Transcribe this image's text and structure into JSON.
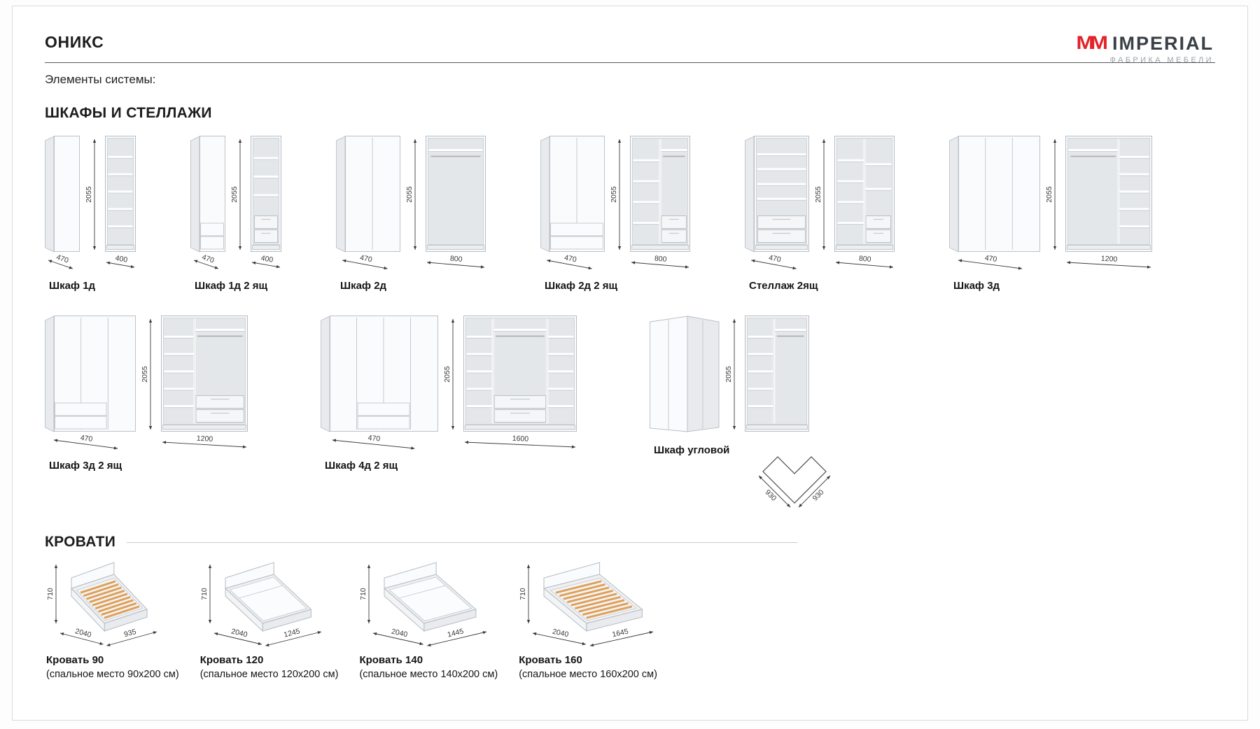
{
  "page": {
    "title": "ОНИКС",
    "subtitle": "Элементы системы:",
    "brand": {
      "monogram": "MM",
      "name": "IMPERIAL",
      "tagline": "ФАБРИКА МЕБЕЛИ",
      "accent_color": "#e3232a"
    }
  },
  "sections": {
    "wardrobes": {
      "title": "ШКАФЫ И СТЕЛЛАЖИ",
      "rows": [
        [
          {
            "label": "Шкаф 1д",
            "height_mm": "2055",
            "depth_mm": "470",
            "width_mm": "400",
            "visual": {
              "closed": {
                "doors": 1
              },
              "open": {
                "cols": [
                  {
                    "shelves": 5
                  }
                ]
              }
            }
          },
          {
            "label": "Шкаф 1д 2 ящ",
            "height_mm": "2055",
            "depth_mm": "470",
            "width_mm": "400",
            "visual": {
              "closed": {
                "doors": 1,
                "drawers": 2
              },
              "open": {
                "cols": [
                  {
                    "shelves": 3,
                    "drawers": 2
                  }
                ]
              }
            }
          },
          {
            "label": "Шкаф 2д",
            "height_mm": "2055",
            "depth_mm": "470",
            "width_mm": "800",
            "visual": {
              "closed": {
                "doors": 2
              },
              "open": {
                "cols": [
                  {
                    "rail": true
                  }
                ]
              }
            }
          },
          {
            "label": "Шкаф 2д 2 ящ",
            "height_mm": "2055",
            "depth_mm": "470",
            "width_mm": "800",
            "visual": {
              "closed": {
                "doors": 2,
                "drawers": 2
              },
              "open": {
                "cols": [
                  {
                    "shelves": 4,
                    "w": 0.5
                  },
                  {
                    "rail": true,
                    "drawers": 2,
                    "w": 0.5
                  }
                ]
              }
            }
          },
          {
            "label": "Стеллаж 2ящ",
            "height_mm": "2055",
            "depth_mm": "470",
            "width_mm": "800",
            "visual": {
              "closed": {
                "shelving": true
              },
              "open": {
                "cols": [
                  {
                    "shelves": 4,
                    "w": 0.5
                  },
                  {
                    "shelves": 2,
                    "drawers": 2,
                    "w": 0.5
                  }
                ]
              }
            }
          },
          {
            "label": "Шкаф 3д",
            "height_mm": "2055",
            "depth_mm": "470",
            "width_mm": "1200",
            "visual": {
              "closed": {
                "doors": 3
              },
              "open": {
                "cols": [
                  {
                    "rail": true,
                    "w": 0.62
                  },
                  {
                    "shelves": 5,
                    "w": 0.38
                  }
                ]
              }
            }
          }
        ],
        [
          {
            "label": "Шкаф 3д 2 ящ",
            "height_mm": "2055",
            "depth_mm": "470",
            "width_mm": "1200",
            "visual": {
              "closed": {
                "doors": 3,
                "drawers": 2,
                "span": [
                  0,
                  0.66
                ]
              },
              "open": {
                "cols": [
                  {
                    "shelves": 5,
                    "w": 0.38
                  },
                  {
                    "rail": true,
                    "drawers": 2,
                    "w": 0.62
                  }
                ]
              }
            }
          },
          {
            "label": "Шкаф 4д 2 ящ",
            "height_mm": "2055",
            "depth_mm": "470",
            "width_mm": "1600",
            "visual": {
              "closed": {
                "doors": 4,
                "drawers": 2,
                "span": [
                  0.25,
                  0.75
                ]
              },
              "open": {
                "cols": [
                  {
                    "shelves": 5,
                    "w": 0.25
                  },
                  {
                    "rail": true,
                    "drawers": 2,
                    "w": 0.5
                  },
                  {
                    "shelves": 5,
                    "w": 0.25
                  }
                ]
              }
            }
          },
          {
            "label": "Шкаф угловой",
            "height_mm": "2055",
            "plan_width_mm": "930",
            "plan_depth_mm": "930",
            "visual": {
              "kind": "corner"
            }
          }
        ]
      ]
    },
    "beds": {
      "title": "КРОВАТИ",
      "items": [
        {
          "label": "Кровать 90",
          "sublabel": "(спальное место 90х200 см)",
          "height_mm": "710",
          "length_mm": "2040",
          "width_mm": "935",
          "visual": {
            "slats": true
          }
        },
        {
          "label": "Кровать 120",
          "sublabel": "(спальное место 120х200 см)",
          "height_mm": "710",
          "length_mm": "2040",
          "width_mm": "1245",
          "visual": {
            "slats": false
          }
        },
        {
          "label": "Кровать 140",
          "sublabel": "(спальное место 140х200 см)",
          "height_mm": "710",
          "length_mm": "2040",
          "width_mm": "1445",
          "visual": {
            "slats": false
          }
        },
        {
          "label": "Кровать 160",
          "sublabel": "(спальное место 160х200 см)",
          "height_mm": "710",
          "length_mm": "2040",
          "width_mm": "1645",
          "visual": {
            "slats": true
          }
        }
      ]
    }
  }
}
